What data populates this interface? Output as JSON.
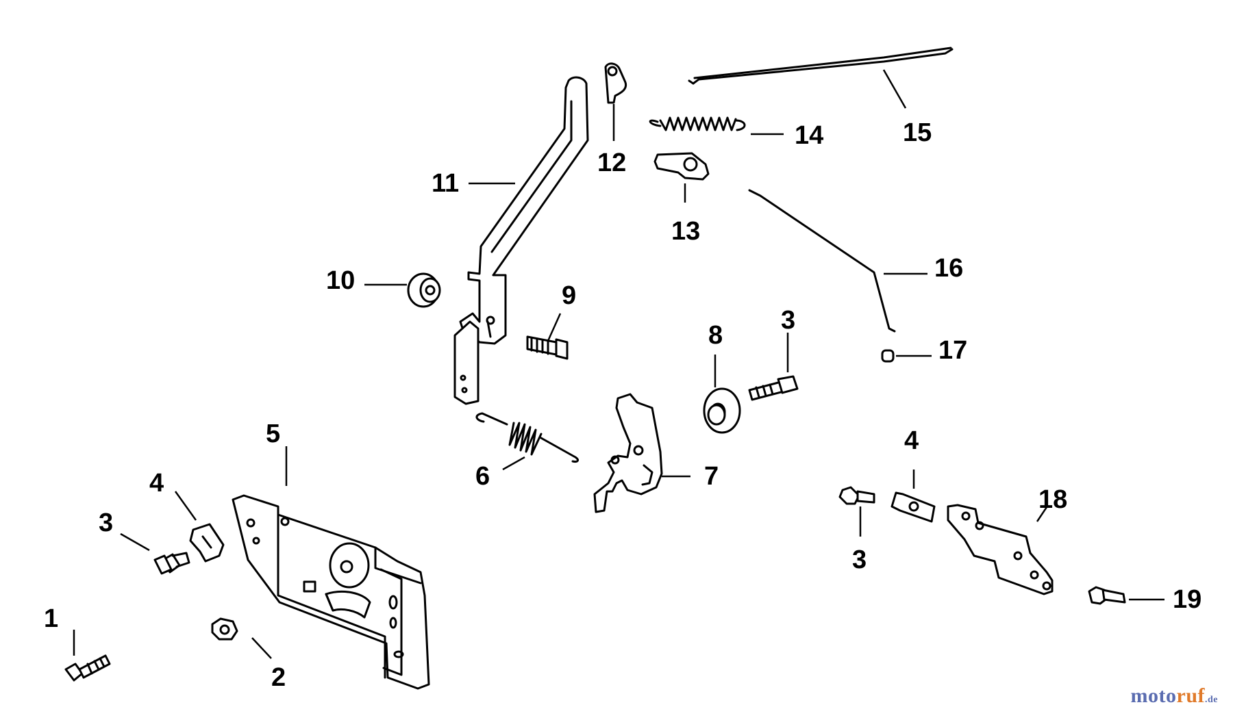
{
  "callouts": {
    "c1": "1",
    "c2": "2",
    "c3a": "3",
    "c3b": "3",
    "c3c": "3",
    "c4a": "4",
    "c4b": "4",
    "c5": "5",
    "c6": "6",
    "c7": "7",
    "c8": "8",
    "c9": "9",
    "c10": "10",
    "c11": "11",
    "c12": "12",
    "c13": "13",
    "c14": "14",
    "c15": "15",
    "c16": "16",
    "c17": "17",
    "c18": "18",
    "c19": "19"
  },
  "watermark": {
    "part1": "moto",
    "part2": "ruf",
    "part3": ".de"
  }
}
